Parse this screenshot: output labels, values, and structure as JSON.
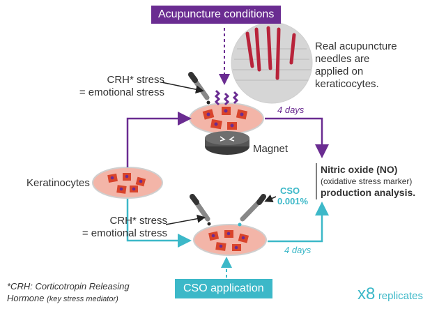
{
  "acupuncture_box": "Acupuncture conditions",
  "needles_note": [
    "Real acupuncture",
    "needles are",
    "applied on",
    "keraticocytes."
  ],
  "crh_top": [
    "CRH* stress",
    "= emotional stress"
  ],
  "crh_bottom": [
    "CRH* stress",
    "= emotional stress"
  ],
  "magnet_label": "Magnet",
  "keratinocytes_label": "Keratinocytes",
  "days_top": "4 days",
  "days_bottom": "4 days",
  "cso_label": "CSO",
  "cso_percent": "0.001%",
  "no_title": "Nitric oxide (NO)",
  "no_sub": "(oxidative stress marker)",
  "no_analysis": "production analysis.",
  "cso_box": "CSO application",
  "footnote": [
    "*CRH: Corticotropin Releasing",
    "Hormone",
    "(key stress mediator)"
  ],
  "replicates_count": "x8",
  "replicates_label": "replicates",
  "colors": {
    "purple": "#6a2c91",
    "teal": "#3cb8c8",
    "cell": "#d9442b",
    "dish": "#f3b5a8"
  }
}
